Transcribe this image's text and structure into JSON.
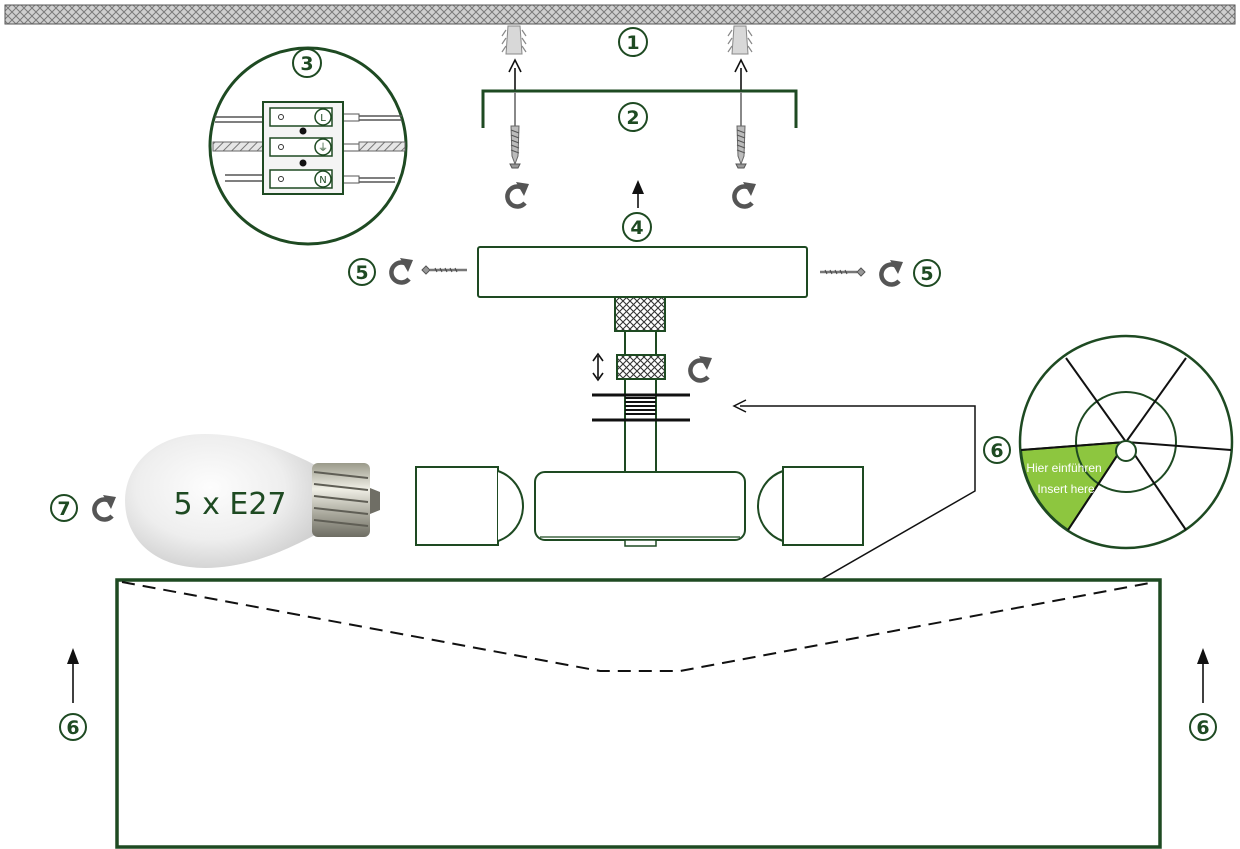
{
  "steps": {
    "s1": "1",
    "s2": "2",
    "s3": "3",
    "s4": "4",
    "s5": "5",
    "s6": "6",
    "s7": "7"
  },
  "bulb": {
    "label": "5 x E27"
  },
  "connector": {
    "terminals": [
      "L",
      "⏚",
      "N"
    ]
  },
  "shade_detail": {
    "line1": "Hier einführen",
    "line2": "Insert here"
  },
  "colors": {
    "line": "#1e4a22",
    "accent": "#8dc63f",
    "arrow_gray": "#555555"
  }
}
